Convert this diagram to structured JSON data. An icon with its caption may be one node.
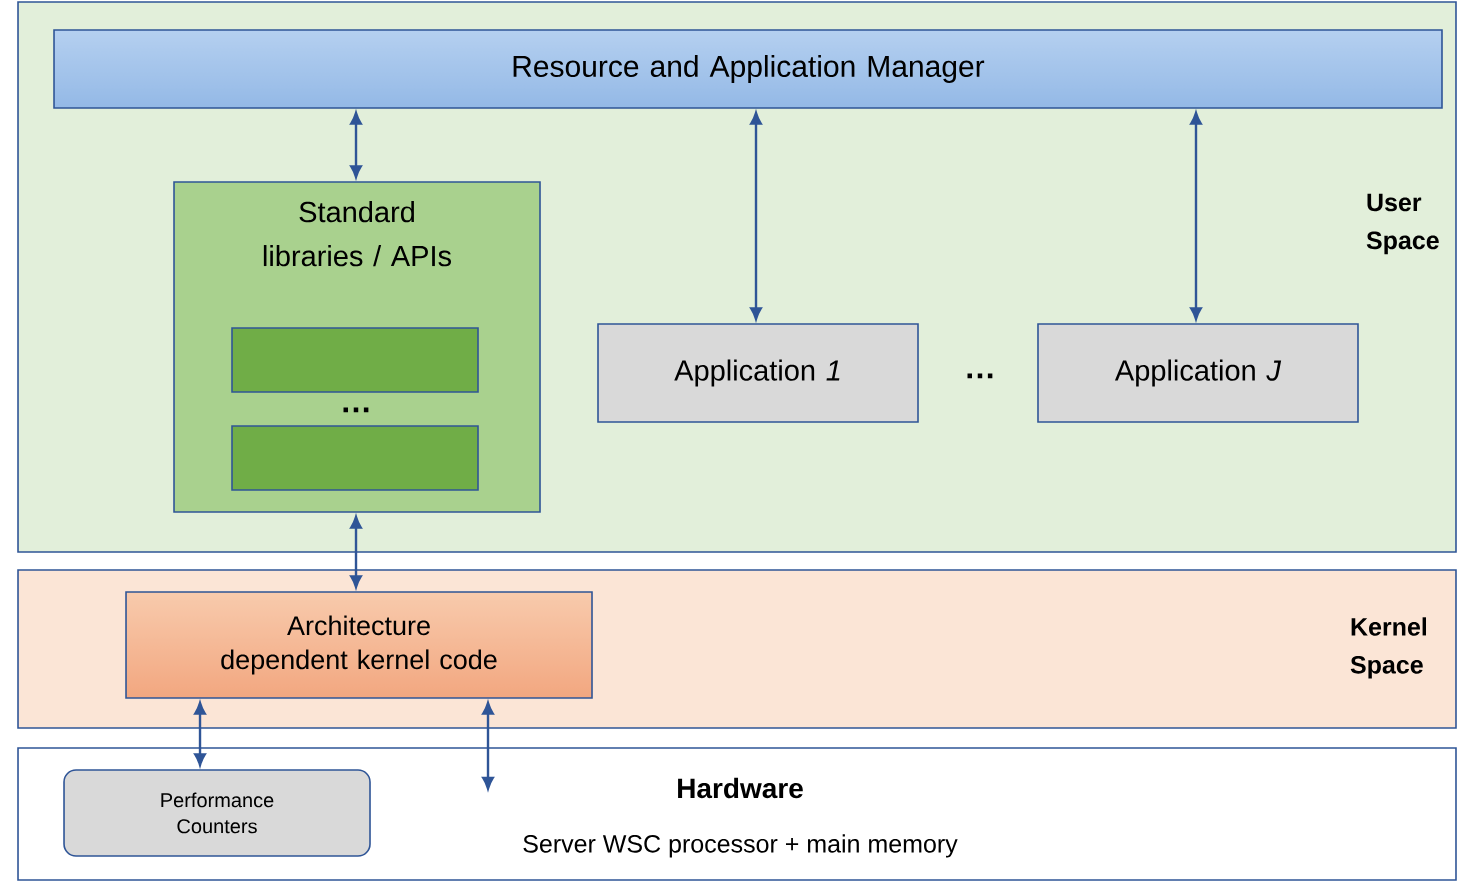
{
  "diagram": {
    "nodes": [
      {
        "text": [
          "User Space"
        ]
      },
      {
        "text": [
          "Resource and Application Manager"
        ],
        "in": 0
      },
      {
        "text": [
          "Standard libraries / APIs"
        ],
        "in": 0
      },
      {
        "text": [],
        "shape": "box",
        "in": 2
      },
      {
        "text": [],
        "shape": "box",
        "in": 2
      },
      {
        "text": [
          "Application *1*"
        ],
        "in": 0
      },
      {
        "text": [
          "Application *J*"
        ],
        "in": 0
      },
      {
        "text": [
          "Kernel Space"
        ]
      },
      {
        "text": [
          "Architecture dependent kernel code"
        ],
        "in": 7
      },
      {
        "text": [
          "Hardware",
          "Server WSC processor + main memory"
        ]
      },
      {
        "text": [
          "Performance Counters"
        ],
        "in": 9
      }
    ],
    "edges": [
      {
        "from": 1,
        "to": 2,
        "arrow": "both"
      },
      {
        "from": 1,
        "to": 5,
        "arrow": "both"
      },
      {
        "from": 1,
        "to": 6,
        "arrow": "both"
      },
      {
        "from": 2,
        "to": 8,
        "arrow": "both"
      },
      {
        "from": 8,
        "to": 10,
        "arrow": "both"
      },
      {
        "from": 8,
        "to": null,
        "arrow": "both"
      }
    ],
    "labels": [
      "…",
      "…"
    ]
  }
}
